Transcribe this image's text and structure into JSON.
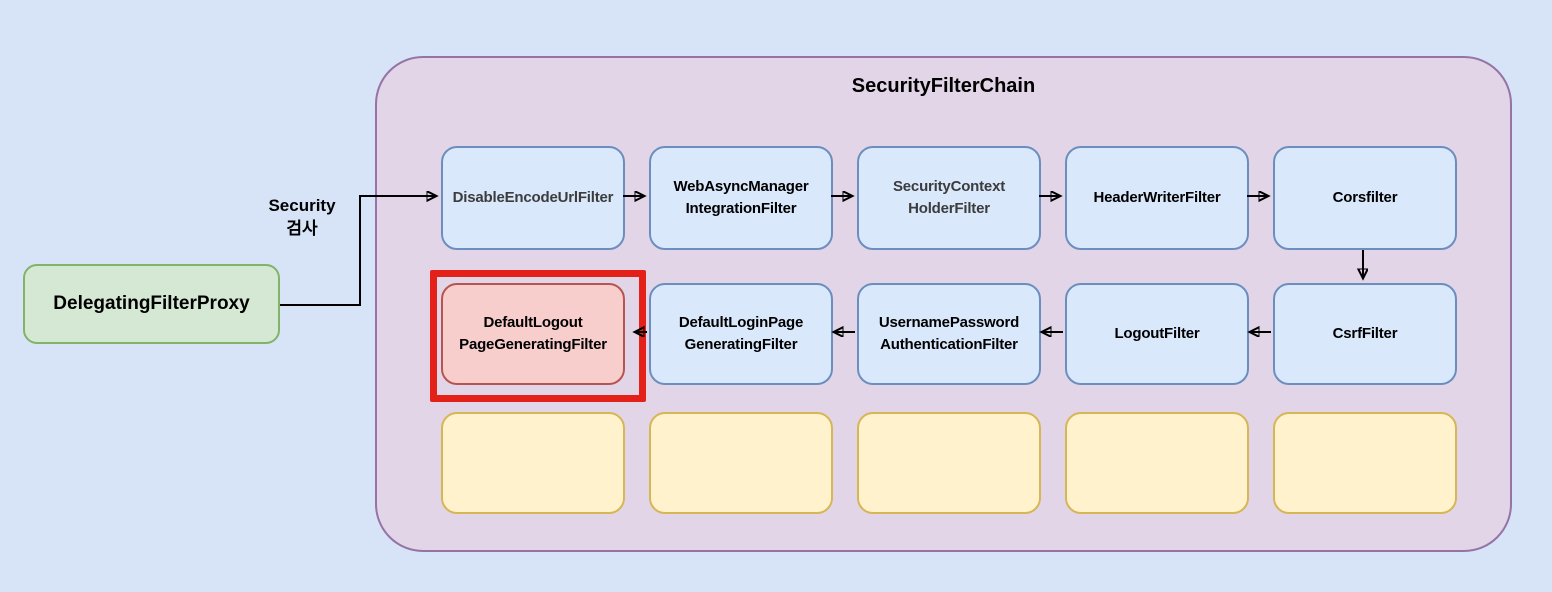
{
  "proxy": {
    "label": "DelegatingFilterProxy"
  },
  "edge_label": {
    "text": "Security\n검사"
  },
  "chain": {
    "title": "SecurityFilterChain",
    "row1": [
      {
        "label": "DisableEncodeUrlFilter"
      },
      {
        "label": "WebAsyncManager\nIntegrationFilter"
      },
      {
        "label": "SecurityContext\nHolderFilter"
      },
      {
        "label": "HeaderWriterFilter"
      },
      {
        "label": "Corsfilter"
      }
    ],
    "row2": [
      {
        "label": "DefaultLogout\nPageGeneratingFilter",
        "highlighted": true
      },
      {
        "label": "DefaultLoginPage\nGeneratingFilter"
      },
      {
        "label": "UsernamePassword\nAuthenticationFilter"
      },
      {
        "label": "LogoutFilter"
      },
      {
        "label": "CsrfFilter"
      }
    ],
    "row3_placeholders": 5
  },
  "colors": {
    "page_bg": "#d7e4f7",
    "container_fill": "#e1d5e7",
    "container_border": "#9673a6",
    "filter_fill": "#dae8fc",
    "filter_border": "#6c8ebf",
    "proxy_fill": "#d5e8d4",
    "proxy_border": "#82b366",
    "placeholder_fill": "#fff2cc",
    "placeholder_border": "#d6b656",
    "highlight_fill": "#f8cecc",
    "highlight_border": "#b85450",
    "highlight_outline": "#e32119",
    "arrow": "#000000"
  }
}
